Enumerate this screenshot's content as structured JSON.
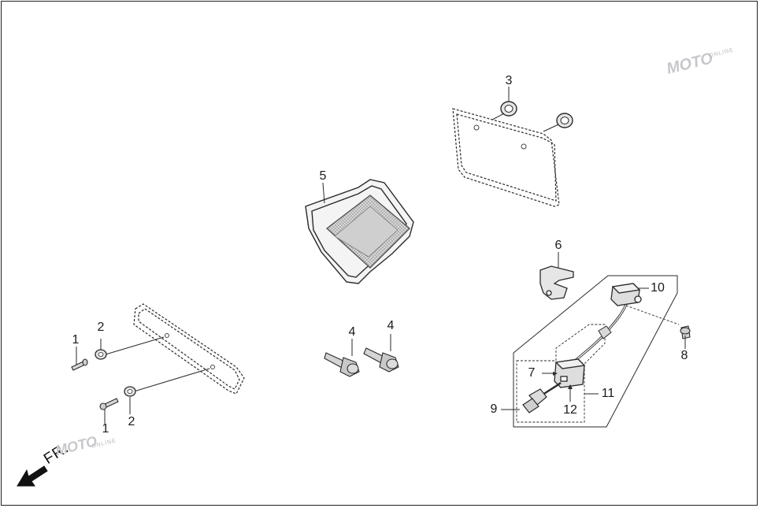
{
  "diagram": {
    "callouts": [
      {
        "id": "c1a",
        "text": "1"
      },
      {
        "id": "c1b",
        "text": "1"
      },
      {
        "id": "c2a",
        "text": "2"
      },
      {
        "id": "c2b",
        "text": "2"
      },
      {
        "id": "c3",
        "text": "3"
      },
      {
        "id": "c4a",
        "text": "4"
      },
      {
        "id": "c4b",
        "text": "4"
      },
      {
        "id": "c5",
        "text": "5"
      },
      {
        "id": "c6",
        "text": "6"
      },
      {
        "id": "c7",
        "text": "7"
      },
      {
        "id": "c8",
        "text": "8"
      },
      {
        "id": "c9",
        "text": "9"
      },
      {
        "id": "c10",
        "text": "10"
      },
      {
        "id": "c11",
        "text": "11"
      },
      {
        "id": "c12",
        "text": "12"
      }
    ],
    "front_marker": "FR."
  },
  "watermark": {
    "brand": "MOTO",
    "sub": "ONLINE"
  },
  "colors": {
    "line": "#2a2a2a",
    "part_fill": "#e9e9e9",
    "watermark_accent": "#e06a6a"
  }
}
